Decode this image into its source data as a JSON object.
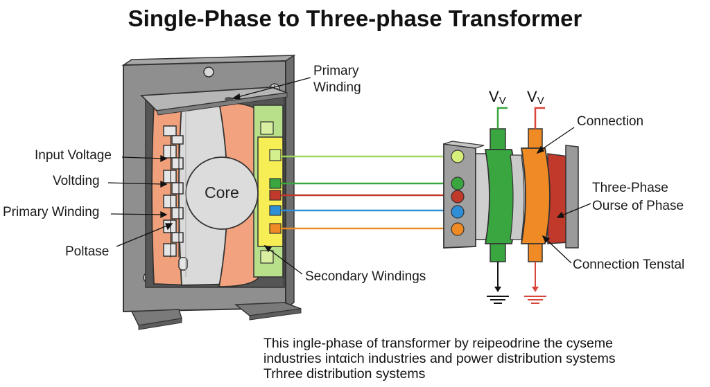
{
  "title": "Single-Phase to Three-phase Transformer",
  "labels": {
    "core": "Core",
    "primary_winding_top_line1": "Primary",
    "primary_winding_top_line2": "Winding",
    "input_voltage": "Input Voltage",
    "voltding": "Voltding",
    "primary_winding_left": "Primary Winding",
    "poltase": "Poltase",
    "secondary_windings": "Secondary Windings",
    "connection": "Connection",
    "three_phase_line1": "Three-Phase",
    "three_phase_line2": "Ourse of Phase",
    "connection_tenstal": "Connection Tenstal",
    "v_left_main": "V",
    "v_left_sub": "V",
    "v_right_main": "V",
    "v_right_sub": "V"
  },
  "caption": {
    "line1": "This ingle-phase of transformer by reipeodrine the cyseme",
    "line2": "industries intαich industries  and  power distribution systems",
    "line3": "Trhree distribution systems"
  },
  "colors": {
    "frame": "#8c8c8c",
    "coil_orange": "#f0a07a",
    "core_grey": "#d9d9d9",
    "secondary_yellow": "#f7ee55",
    "secondary_lightgreen": "#b8e08a",
    "wire_lightgreen": "#9ed85a",
    "wire_green": "#3aa640",
    "wire_red": "#c0392b",
    "wire_blue": "#2f8fd6",
    "wire_orange": "#f08a24",
    "ground_red": "#d9453a"
  }
}
